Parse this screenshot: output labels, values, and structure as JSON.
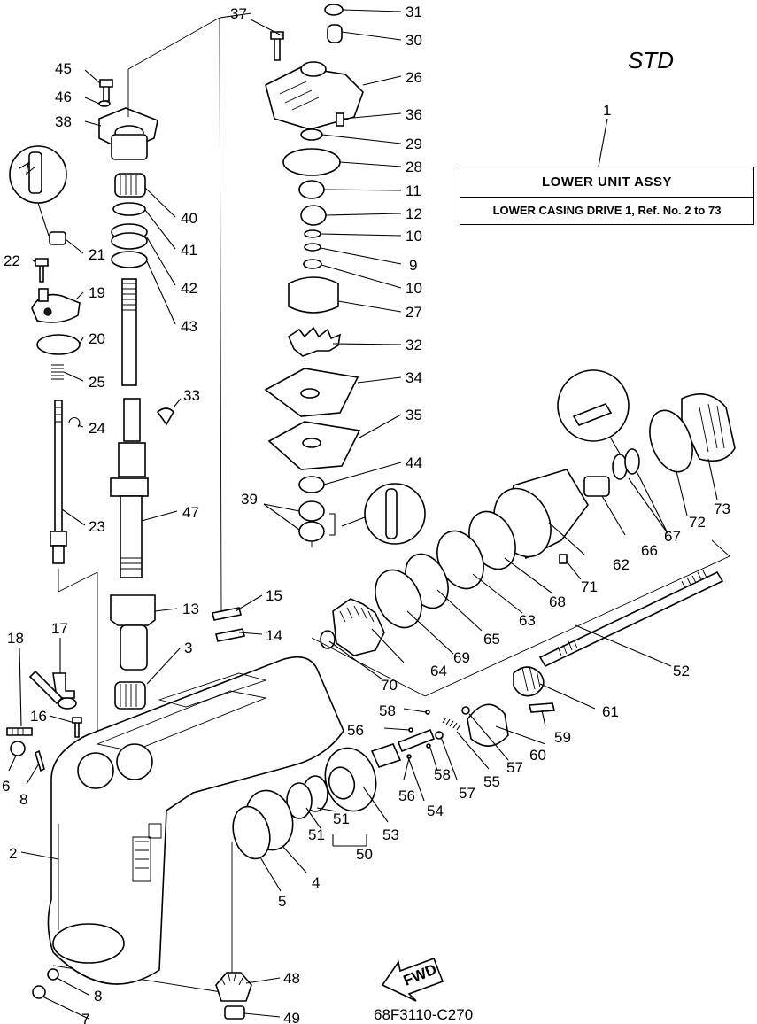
{
  "std_label": "STD",
  "assembly": {
    "ref_number": "1",
    "title": "LOWER UNIT ASSY",
    "subtitle": "LOWER CASING DRIVE 1, Ref. No. 2 to 73"
  },
  "fwd_label": "FWD",
  "document_code": "68F3110-C270",
  "callouts": [
    "37",
    "31",
    "30",
    "26",
    "36",
    "29",
    "28",
    "11",
    "12",
    "10",
    "9",
    "10",
    "27",
    "32",
    "34",
    "35",
    "44",
    "39",
    "45",
    "46",
    "38",
    "40",
    "41",
    "42",
    "43",
    "21",
    "22",
    "19",
    "20",
    "25",
    "24",
    "23",
    "33",
    "47",
    "13",
    "15",
    "14",
    "3",
    "18",
    "17",
    "16",
    "6",
    "8",
    "2",
    "8",
    "7",
    "48",
    "49",
    "5",
    "4",
    "51",
    "51",
    "50",
    "53",
    "54",
    "56",
    "56",
    "58",
    "58",
    "57",
    "57",
    "55",
    "60",
    "59",
    "61",
    "52",
    "70",
    "64",
    "69",
    "65",
    "63",
    "68",
    "62",
    "71",
    "66",
    "67",
    "72",
    "73"
  ]
}
